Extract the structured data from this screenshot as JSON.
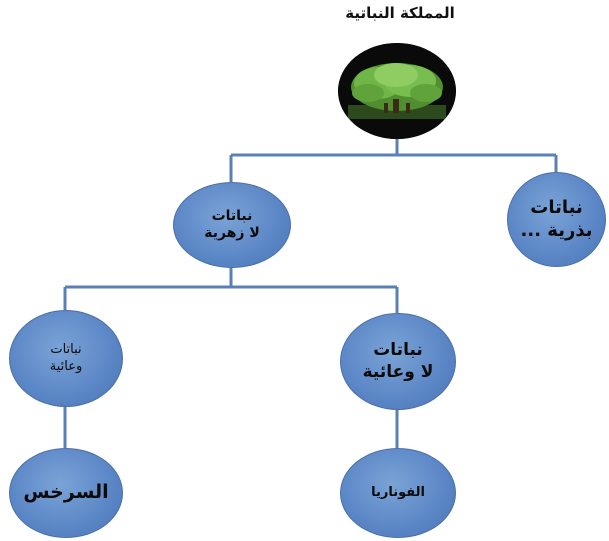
{
  "diagram": {
    "root_title": "المملكة النباتية",
    "nodes": {
      "seed": {
        "line1": "نباتات",
        "line2": "بذرية ..."
      },
      "nonflower": {
        "line1": "نباتات",
        "line2": "لا زهرية"
      },
      "vascular": {
        "line1": "نباتات",
        "line2": "وعائية"
      },
      "nonvascular": {
        "line1": "نباتات",
        "line2": "لا وعائية"
      },
      "fern": {
        "line1": "السرخس"
      },
      "funaria": {
        "line1": "الفوناريا"
      }
    },
    "colors": {
      "node_fill": "#5b86c6",
      "connector": "#5a80b8",
      "tree_foliage": "#5fa33a"
    },
    "icons": {
      "root_image": "tree-icon"
    }
  }
}
